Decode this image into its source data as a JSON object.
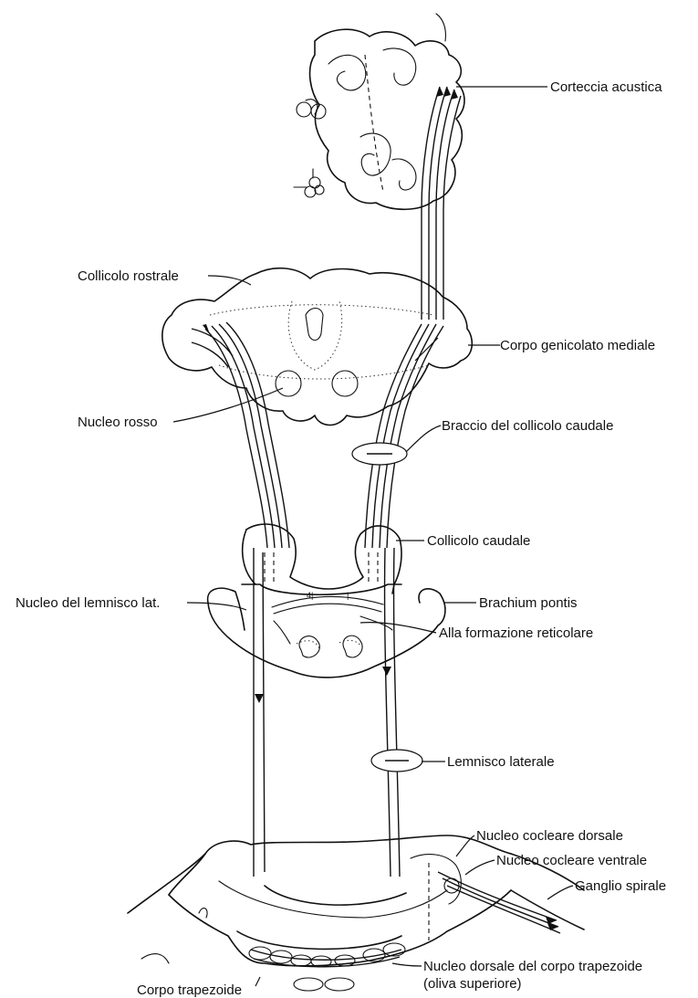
{
  "labels": {
    "corteccia_acustica": "Corteccia acustica",
    "collicolo_rostrale": "Collicolo rostrale",
    "corpo_genicolato_mediale": "Corpo genicolato  mediale",
    "nucleo_rosso": "Nucleo rosso",
    "braccio_collicolo_caudale": "Braccio del collicolo caudale",
    "collicolo_caudale": "Collicolo caudale",
    "nucleo_lemnisco_lat": "Nucleo del lemnisco lat.",
    "brachium_pontis": "Brachium pontis",
    "formazione_reticolare": "Alla  formazione reticolare",
    "lemnisco_laterale": "Lemnisco laterale",
    "nucleo_cocleare_dorsale": "Nucleo cocleare dorsale",
    "nucleo_cocleare_ventrale": "Nucleo cocleare ventrale",
    "ganglio_spirale": "Ganglio spirale",
    "nucleo_dorsale_corpo_trapezoide": "Nucleo dorsale del corpo trapezoide",
    "oliva_superiore": "(oliva superiore)",
    "corpo_trapezoide": "Corpo trapezoide"
  },
  "colors": {
    "ink": "#111111",
    "background": "#ffffff"
  }
}
